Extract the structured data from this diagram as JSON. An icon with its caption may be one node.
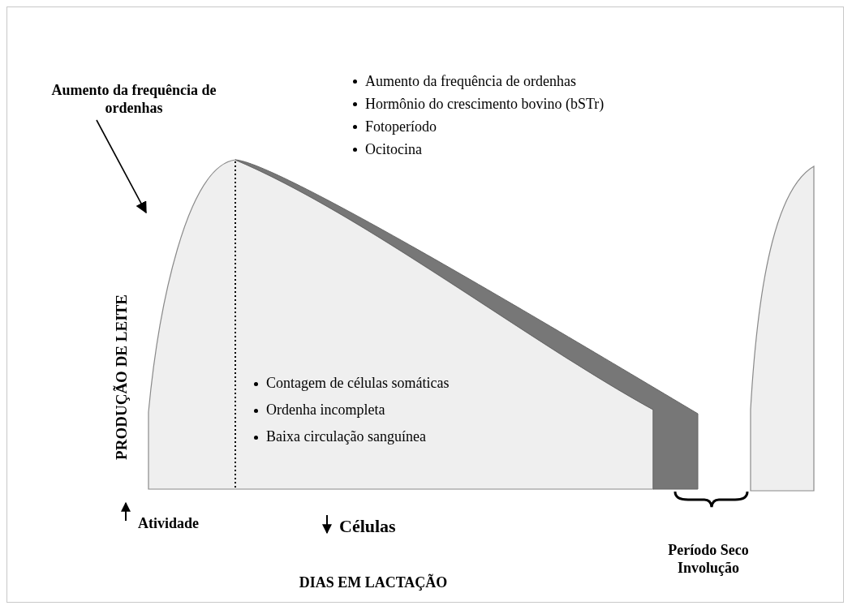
{
  "diagram": {
    "nodes": [
      {
        "text": [
          "Aumento da frequência de ordenhas"
        ]
      },
      {
        "text": [],
        "shape": "picture"
      }
    ],
    "edges": [
      {
        "from": 0,
        "to": 1,
        "arrow": "to"
      }
    ],
    "labels": [
      "Aumento da frequência de ordenhas",
      "Hormônio do crescimento bovino (bSTr)",
      "Fotoperíodo",
      "Ocitocina",
      "PRODUÇÃO DE LEITE",
      "Contagem de células somáticas",
      "Ordenha incompleta",
      "Baixa circulação sanguínea",
      "Atividade",
      "Células",
      "Período Seco",
      "Involução",
      "DIAS EM LACTAÇÃO"
    ]
  }
}
